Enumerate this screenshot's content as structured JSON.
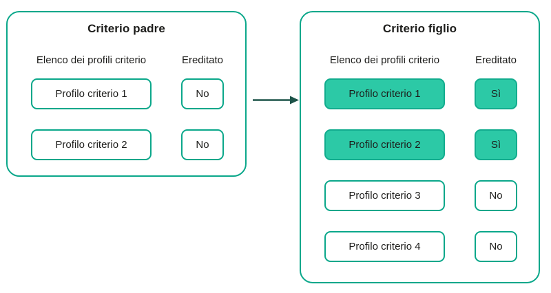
{
  "colors": {
    "teal": "#0aa78a",
    "fill_green": "#2cc9a6",
    "fill_border": "#12ac8e",
    "arrow": "#1d5349",
    "text": "#1d1d1b"
  },
  "parent": {
    "title": "Criterio padre",
    "col_profiles": "Elenco dei profili criterio",
    "col_inherited": "Ereditato",
    "rows": [
      {
        "profile": "Profilo criterio 1",
        "inherited": "No",
        "highlighted": false
      },
      {
        "profile": "Profilo criterio 2",
        "inherited": "No",
        "highlighted": false
      }
    ]
  },
  "child": {
    "title": "Criterio figlio",
    "col_profiles": "Elenco dei profili criterio",
    "col_inherited": "Ereditato",
    "rows": [
      {
        "profile": "Profilo criterio 1",
        "inherited": "Sì",
        "highlighted": true
      },
      {
        "profile": "Profilo criterio 2",
        "inherited": "Sì",
        "highlighted": true
      },
      {
        "profile": "Profilo criterio 3",
        "inherited": "No",
        "highlighted": false
      },
      {
        "profile": "Profilo criterio 4",
        "inherited": "No",
        "highlighted": false
      }
    ]
  },
  "arrow": {
    "icon": "arrow-right",
    "direction": "parent-to-child"
  }
}
